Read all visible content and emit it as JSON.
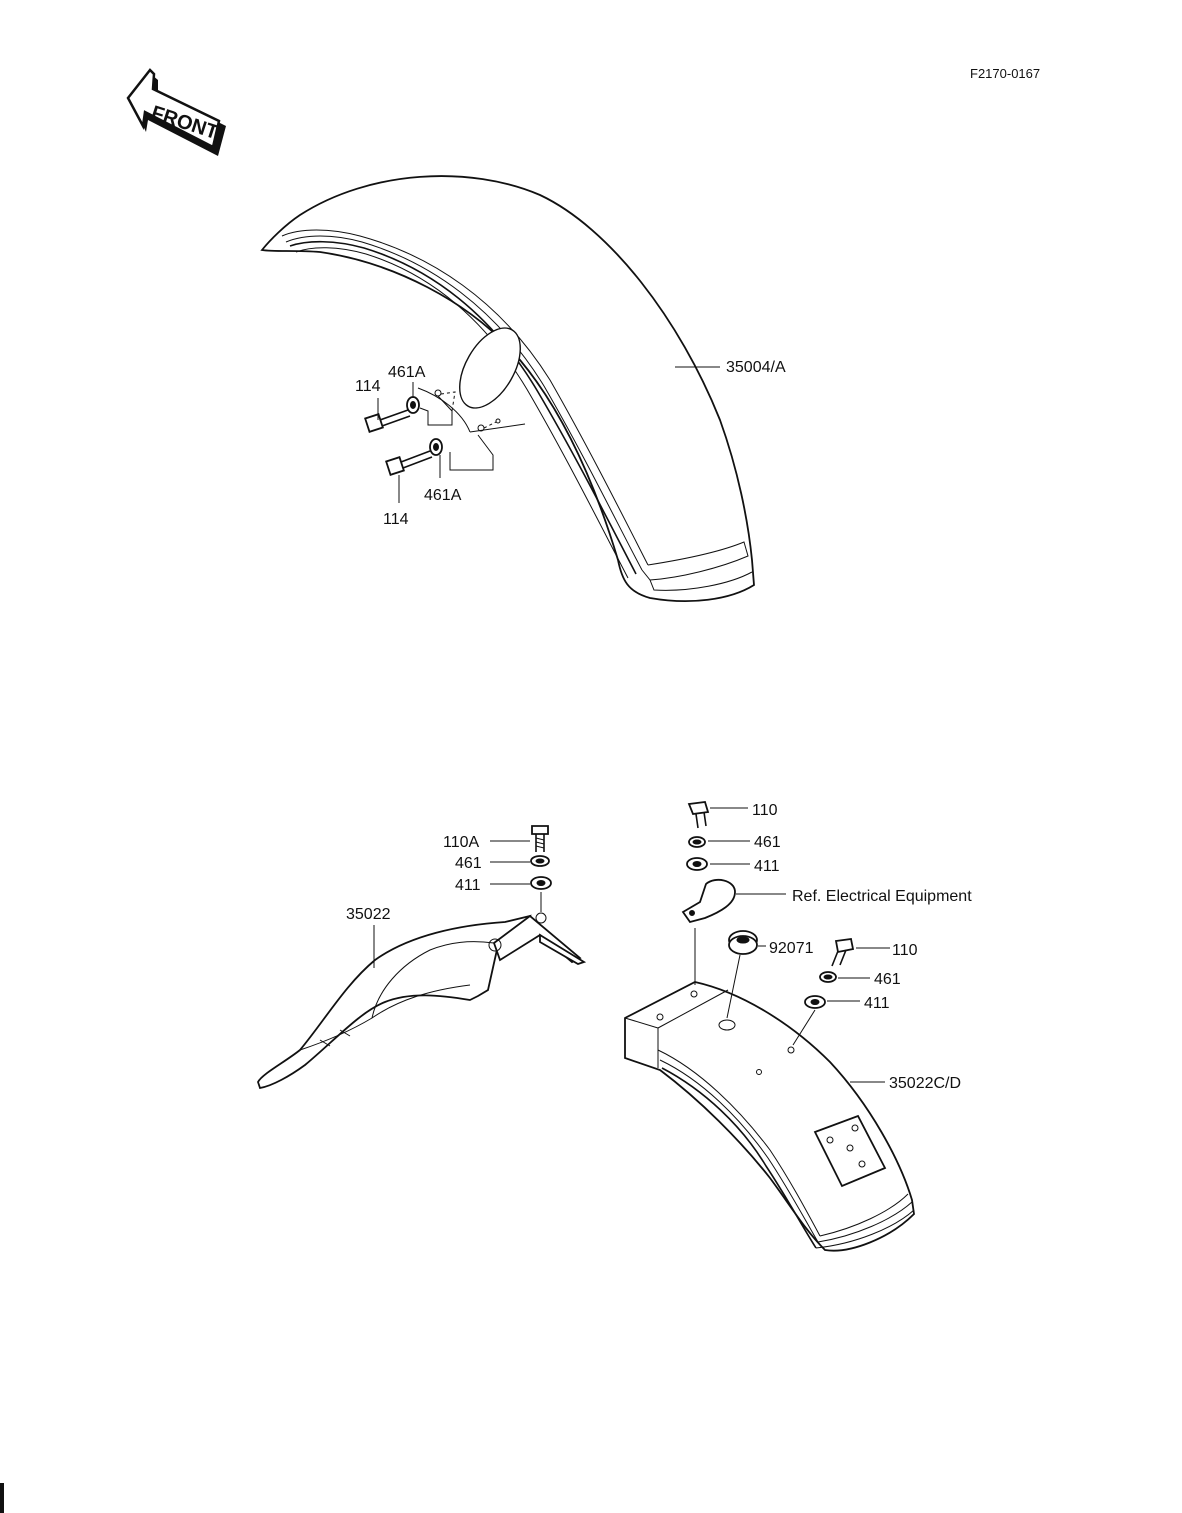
{
  "diagram_code": "F2170-0167",
  "front_label": "FRONT",
  "front_fender": {
    "fender_label": "35004/A",
    "bolt_upper_label": "114",
    "bolt_lower_label": "114",
    "washer_upper_label": "461A",
    "washer_lower_label": "461A"
  },
  "rear_inner_fender": {
    "fender_label": "35022",
    "bolt_label": "110A",
    "lock_washer_label": "461",
    "washer_label": "411"
  },
  "rear_fender": {
    "fender_label": "35022C/D",
    "bolt_top_label": "110",
    "lock_washer_top_label": "461",
    "washer_top_label": "411",
    "clamp_ref_label": "Ref. Electrical Equipment",
    "grommet_label": "92071",
    "bolt_right_label": "110",
    "lock_washer_right_label": "461",
    "washer_right_label": "411"
  }
}
